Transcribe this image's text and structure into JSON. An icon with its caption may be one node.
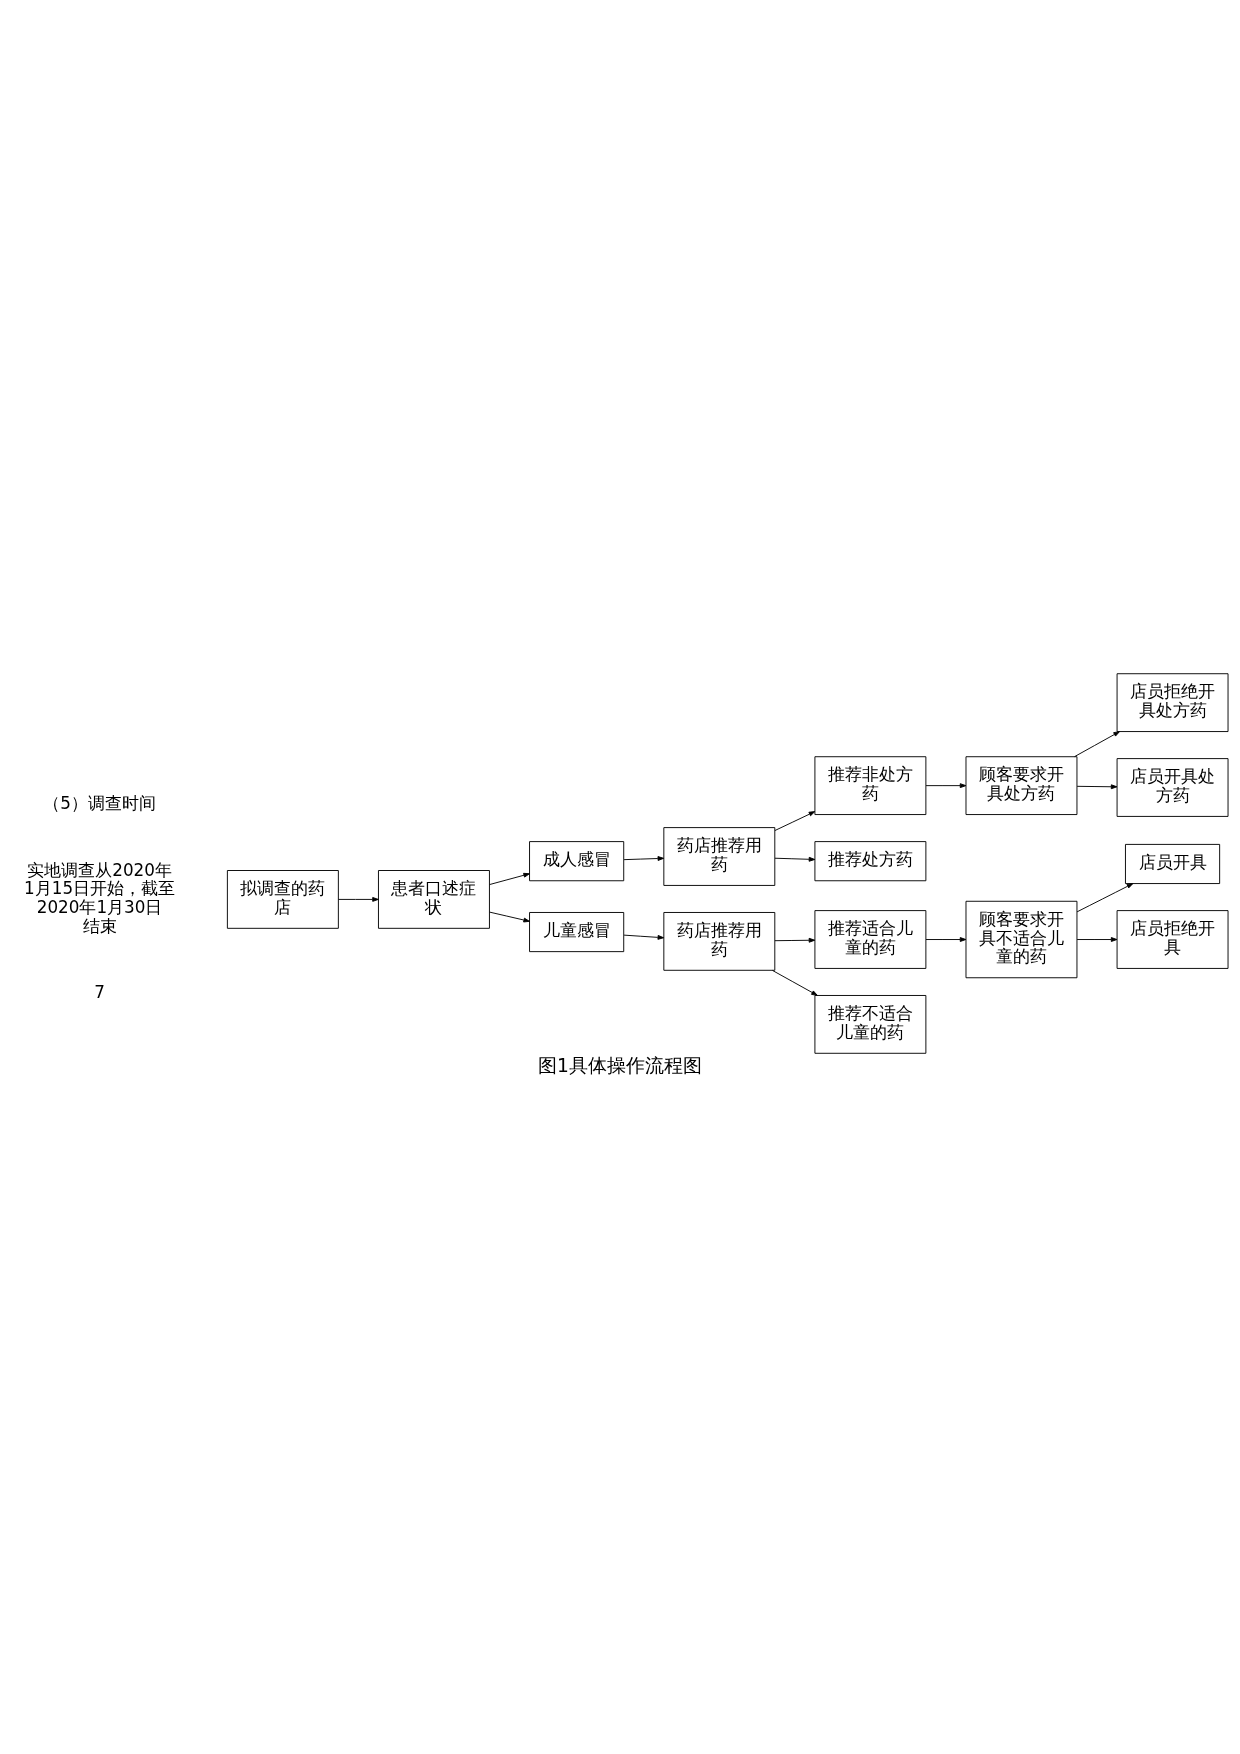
{
  "diagram": {
    "caption": "图1具体操作流程图",
    "nodes": [
      {
        "text": [
          "拟调查的药店"
        ]
      },
      {
        "text": [
          "患者口述症状"
        ]
      },
      {
        "text": [
          "成人感冒"
        ]
      },
      {
        "text": [
          "药店推荐用药"
        ]
      },
      {
        "text": [
          "推荐非处方药"
        ]
      },
      {
        "text": [
          "推荐处方药"
        ]
      },
      {
        "text": [
          "顾客要求开具处方药"
        ]
      },
      {
        "text": [
          "店员拒绝开具处方药"
        ]
      },
      {
        "text": [
          "店员开具处方药"
        ]
      },
      {
        "text": [
          "儿童感冒"
        ]
      },
      {
        "text": [
          "药店推荐用药"
        ]
      },
      {
        "text": [
          "推荐适合儿童的药"
        ]
      },
      {
        "text": [
          "推荐不适合儿童的药"
        ]
      },
      {
        "text": [
          "顾客要求开具不适合儿童的药"
        ]
      },
      {
        "text": [
          "店员开具"
        ]
      },
      {
        "text": [
          "店员拒绝开具"
        ]
      }
    ],
    "edges": [
      {
        "from": 0,
        "to": 1,
        "arrow": "to"
      },
      {
        "from": 1,
        "to": 2,
        "arrow": "to"
      },
      {
        "from": 1,
        "to": 9,
        "arrow": "to"
      },
      {
        "from": 2,
        "to": 3,
        "arrow": "to"
      },
      {
        "from": 3,
        "to": 4,
        "arrow": "to"
      },
      {
        "from": 3,
        "to": 5,
        "arrow": "to"
      },
      {
        "from": 4,
        "to": 6,
        "arrow": "to"
      },
      {
        "from": 6,
        "to": 7,
        "arrow": "to"
      },
      {
        "from": 6,
        "to": 8,
        "arrow": "to"
      },
      {
        "from": 9,
        "to": 10,
        "arrow": "to"
      },
      {
        "from": 10,
        "to": 11,
        "arrow": "to"
      },
      {
        "from": 10,
        "to": 12,
        "arrow": "to"
      },
      {
        "from": 11,
        "to": 13,
        "arrow": "to"
      },
      {
        "from": 13,
        "to": 14,
        "arrow": "to"
      },
      {
        "from": 13,
        "to": 15,
        "arrow": "to"
      }
    ],
    "labels": [
      "（5）调查时间",
      "实地调查从2020年1月15日开始，截至2020年1月30日结束",
      "7"
    ]
  }
}
